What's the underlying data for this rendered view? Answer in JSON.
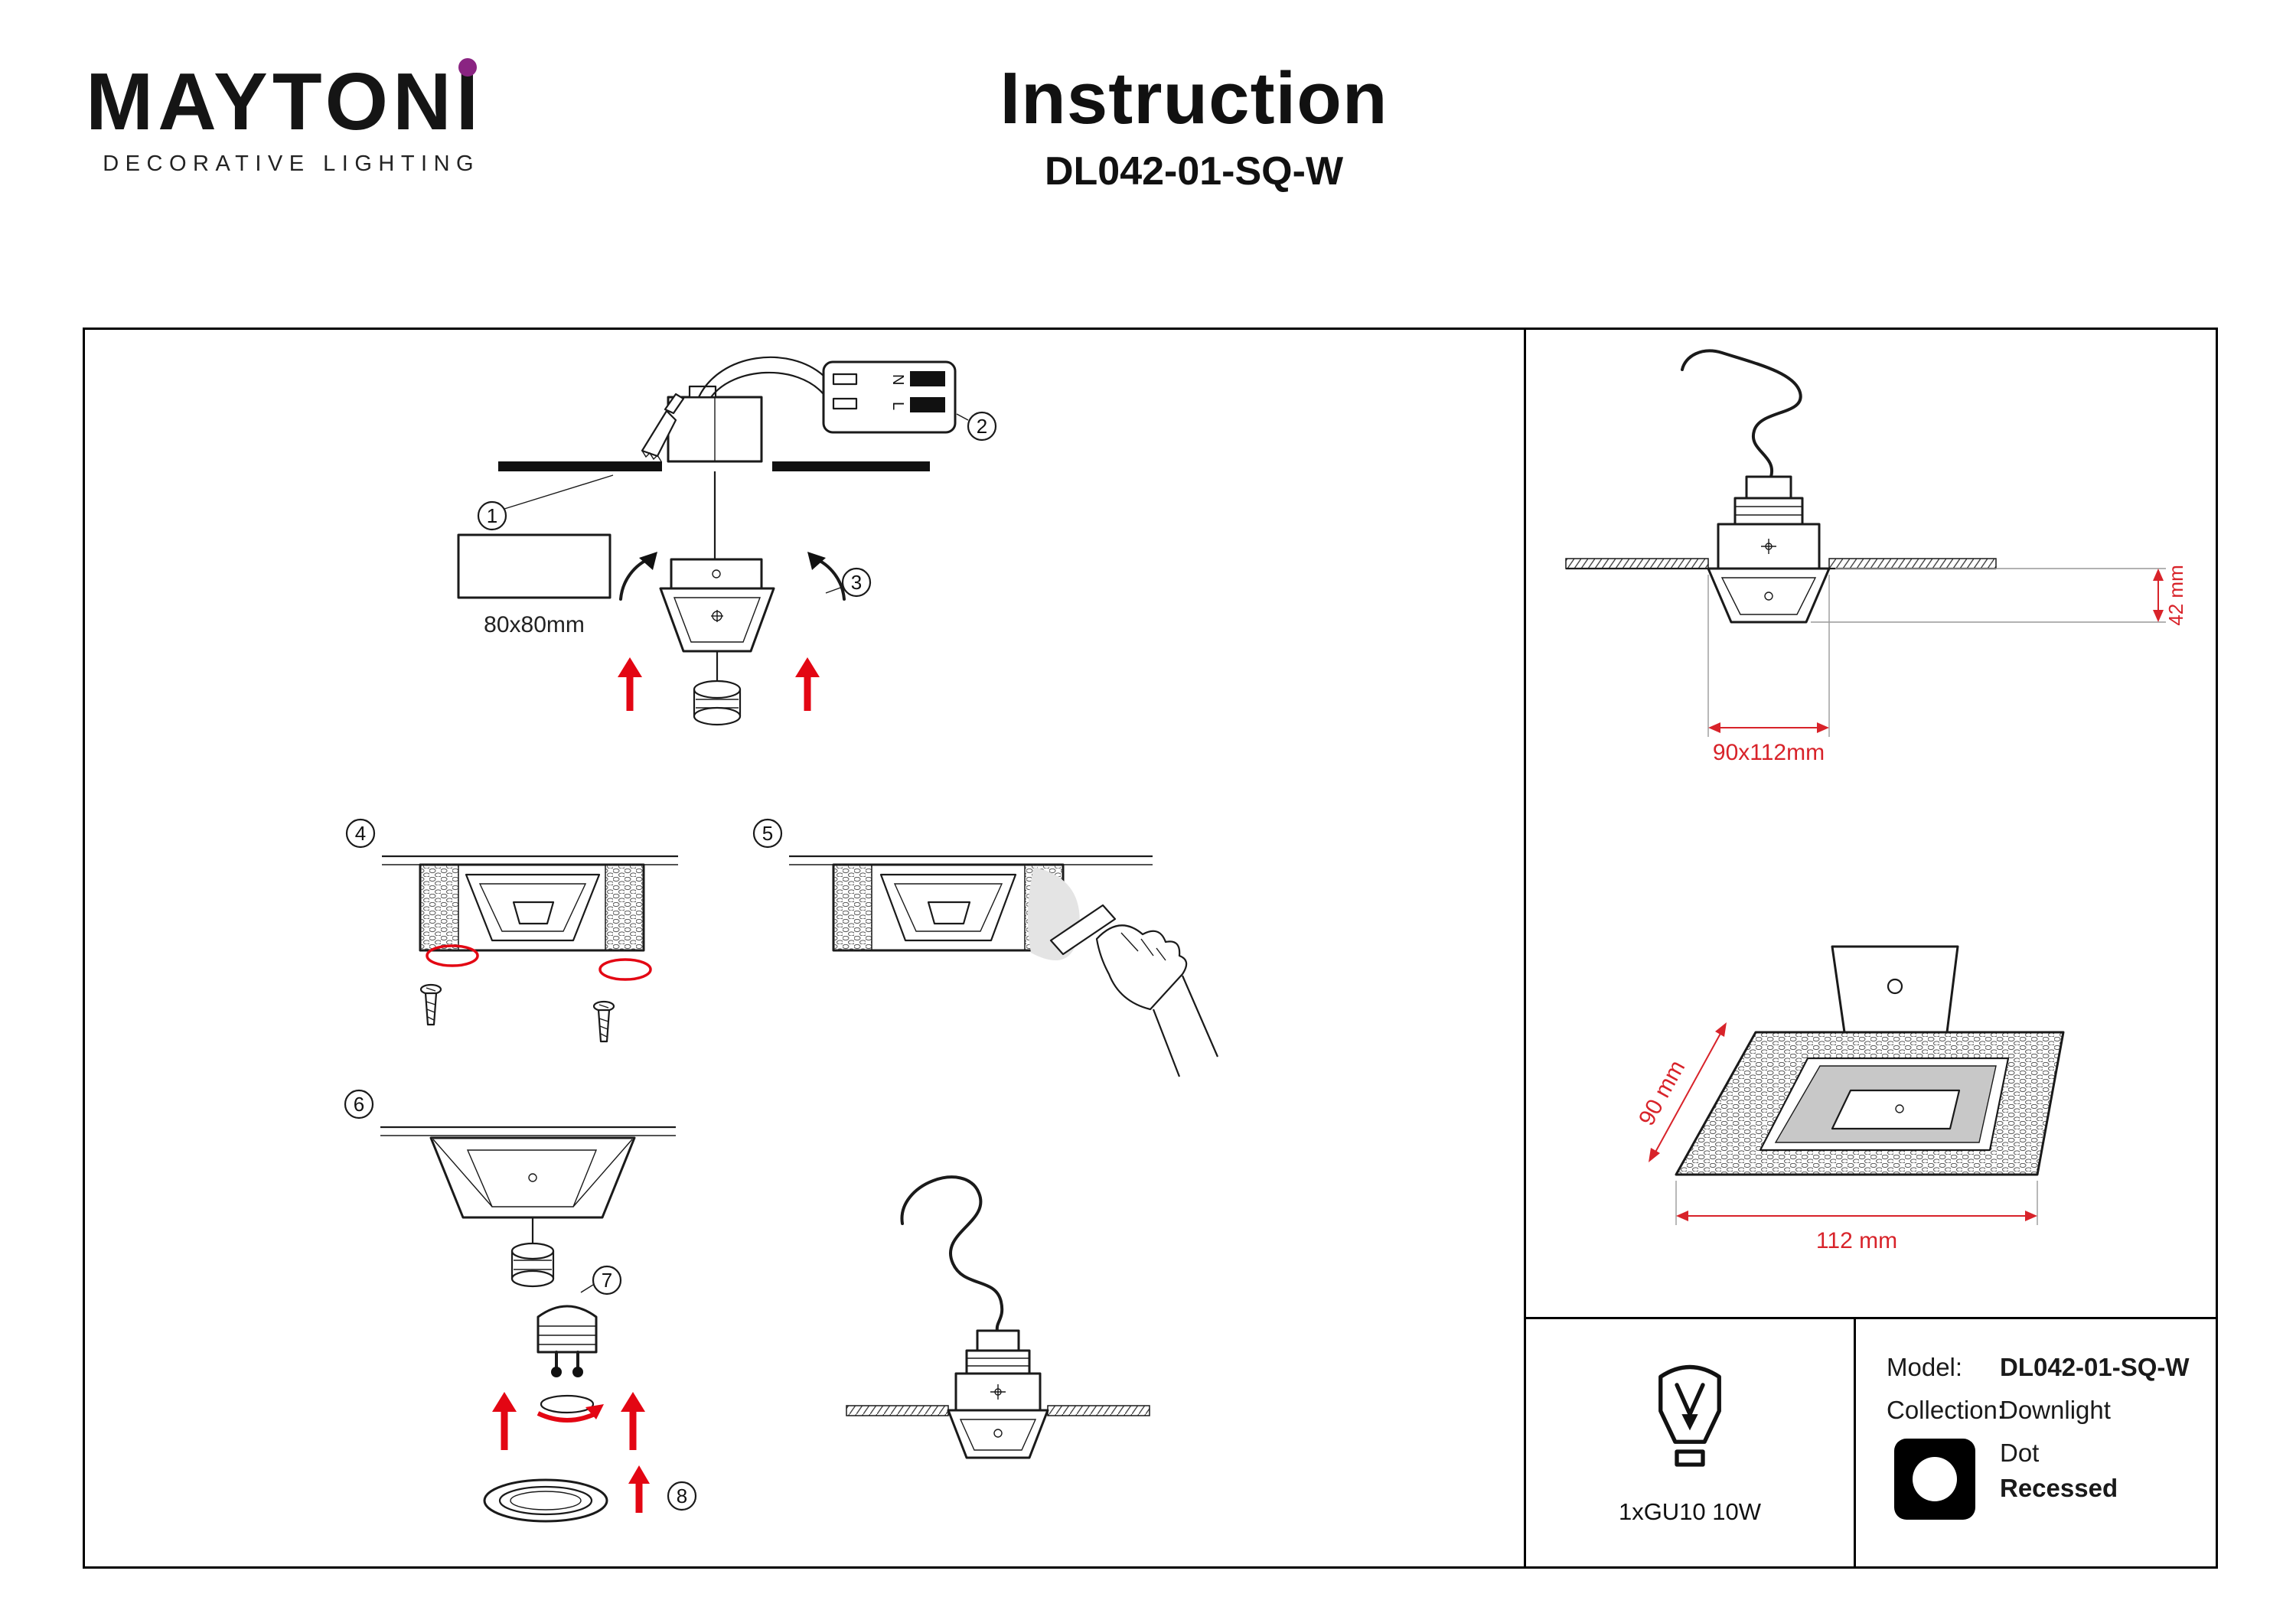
{
  "brand": {
    "logo": "MAYTONI",
    "tagline": "DECORATIVE LIGHTING"
  },
  "header": {
    "title": "Instruction",
    "model": "DL042-01-SQ-W"
  },
  "steps": {
    "n1": "1",
    "n2": "2",
    "n3": "3",
    "n4": "4",
    "n5": "5",
    "n6": "6",
    "n7": "7",
    "n8": "8",
    "cutout_label": "80x80mm"
  },
  "terminals": {
    "neutral": "N",
    "line": "L"
  },
  "dimensions": {
    "cutout": "90x112mm",
    "depth": "42 mm",
    "side": "90 mm",
    "width": "112 mm"
  },
  "spec": {
    "lamp": "1xGU10 10W"
  },
  "info": {
    "model_label": "Model:",
    "model_value": "DL042-01-SQ-W",
    "collection_label": "Collection:",
    "collection_value": "Downlight",
    "series_value": "Dot",
    "mount_value": "Recessed"
  },
  "colors": {
    "accent_red": "#e30613",
    "dim_red": "#d8232a",
    "brand_purple": "#8a2482",
    "ink": "#1a1a1a"
  }
}
